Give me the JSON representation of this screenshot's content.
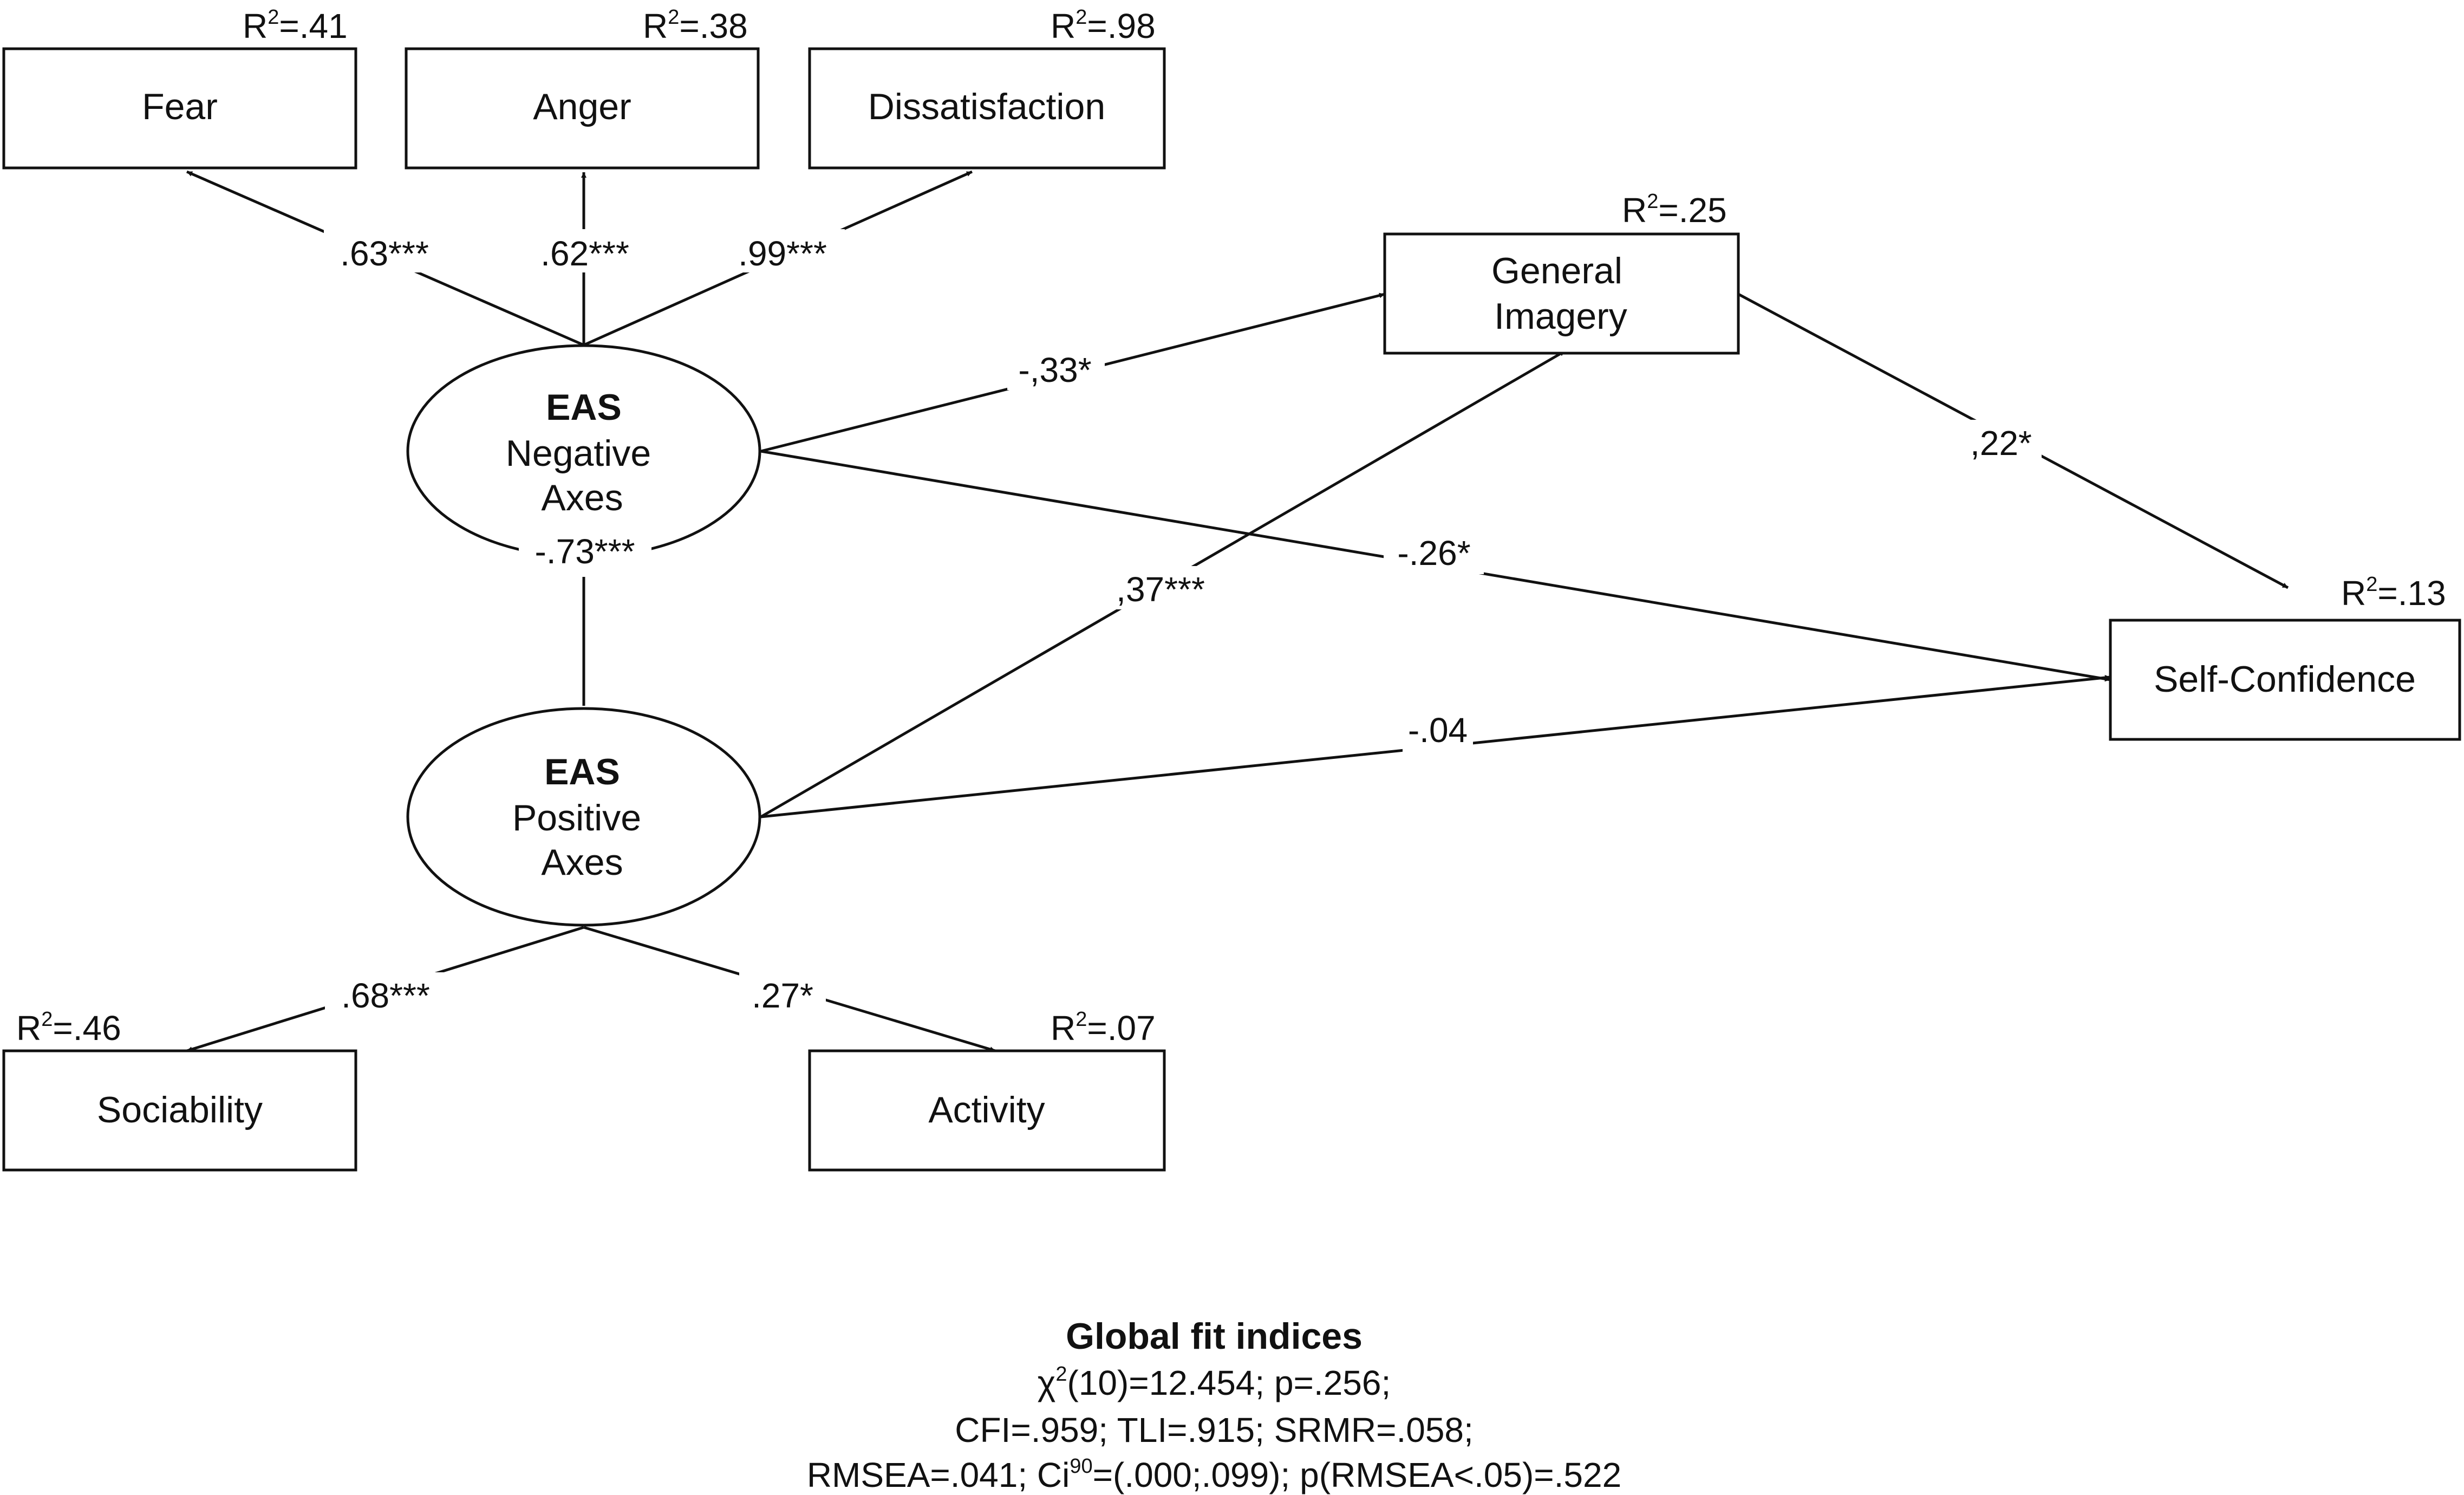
{
  "diagram": {
    "observed": {
      "fear": {
        "label": "Fear",
        "r2": {
          "prefix": "R",
          "sup": "2",
          "value": "=.41"
        }
      },
      "anger": {
        "label": "Anger",
        "r2": {
          "prefix": "R",
          "sup": "2",
          "value": "=.38"
        }
      },
      "dissatisfaction": {
        "label": "Dissatisfaction",
        "r2": {
          "prefix": "R",
          "sup": "2",
          "value": "=.98"
        }
      },
      "general_imagery": {
        "label_line1": "General",
        "label_line2": "Imagery",
        "r2": {
          "prefix": "R",
          "sup": "2",
          "value": "=.25"
        }
      },
      "self_confidence": {
        "label": "Self-Confidence",
        "r2": {
          "prefix": "R",
          "sup": "2",
          "value": "=.13"
        }
      },
      "sociability": {
        "label": "Sociability",
        "r2": {
          "prefix": "R",
          "sup": "2",
          "value": "=.46"
        }
      },
      "activity": {
        "label": "Activity",
        "r2": {
          "prefix": "R",
          "sup": "2",
          "value": "=.07"
        }
      }
    },
    "latent": {
      "negative": {
        "line1": "EAS",
        "line2": "Negative",
        "line3": "Axes"
      },
      "positive": {
        "line1": "EAS",
        "line2": "Positive",
        "line3": "Axes"
      }
    },
    "paths": {
      "neg_fear": ".63***",
      "neg_anger": ".62***",
      "neg_dissatisfaction": ".99***",
      "neg_pos": "-.73***",
      "neg_imagery": "-,33*",
      "neg_selfconf": "-.26*",
      "pos_imagery": ",37***",
      "pos_selfconf": "-.04",
      "imagery_selfconf": ",22*",
      "pos_sociability": ".68***",
      "pos_activity": ".27*"
    },
    "fit": {
      "title": "Global fit indices",
      "chi_symbol": "χ",
      "chi_sup": "2",
      "chi_rest": "(10)=12.454; p=.256;",
      "line2": "CFI=.959; TLI=.915; SRMR=.058;",
      "line3_a": "RMSEA=.041; Ci",
      "line3_sup": "90",
      "line3_b": "=(.000;.099); p(RMSEA<.05)=.522"
    }
  }
}
